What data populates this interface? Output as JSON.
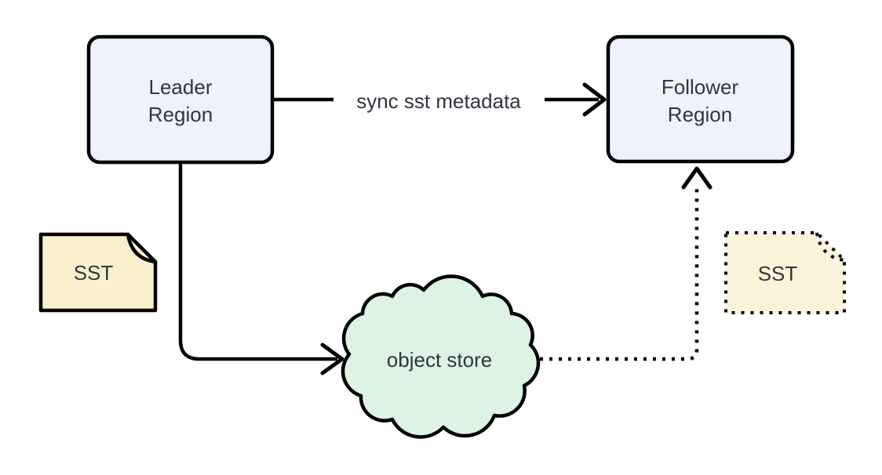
{
  "colors": {
    "region_fill": "#eef2fb",
    "sst_left_fill": "#faf0cd",
    "sst_right_fill": "#fbf3da",
    "cloud_fill": "#ddf3e4",
    "stroke": "#000000",
    "text": "#30363f"
  },
  "nodes": {
    "leader": {
      "line1": "Leader",
      "line2": "Region"
    },
    "follower": {
      "line1": "Follower",
      "line2": "Region"
    },
    "sst_left": {
      "label": "SST"
    },
    "sst_right": {
      "label": "SST"
    },
    "object_store": {
      "label": "object store"
    }
  },
  "edges": {
    "sync_metadata": {
      "label": "sync sst metadata"
    }
  }
}
